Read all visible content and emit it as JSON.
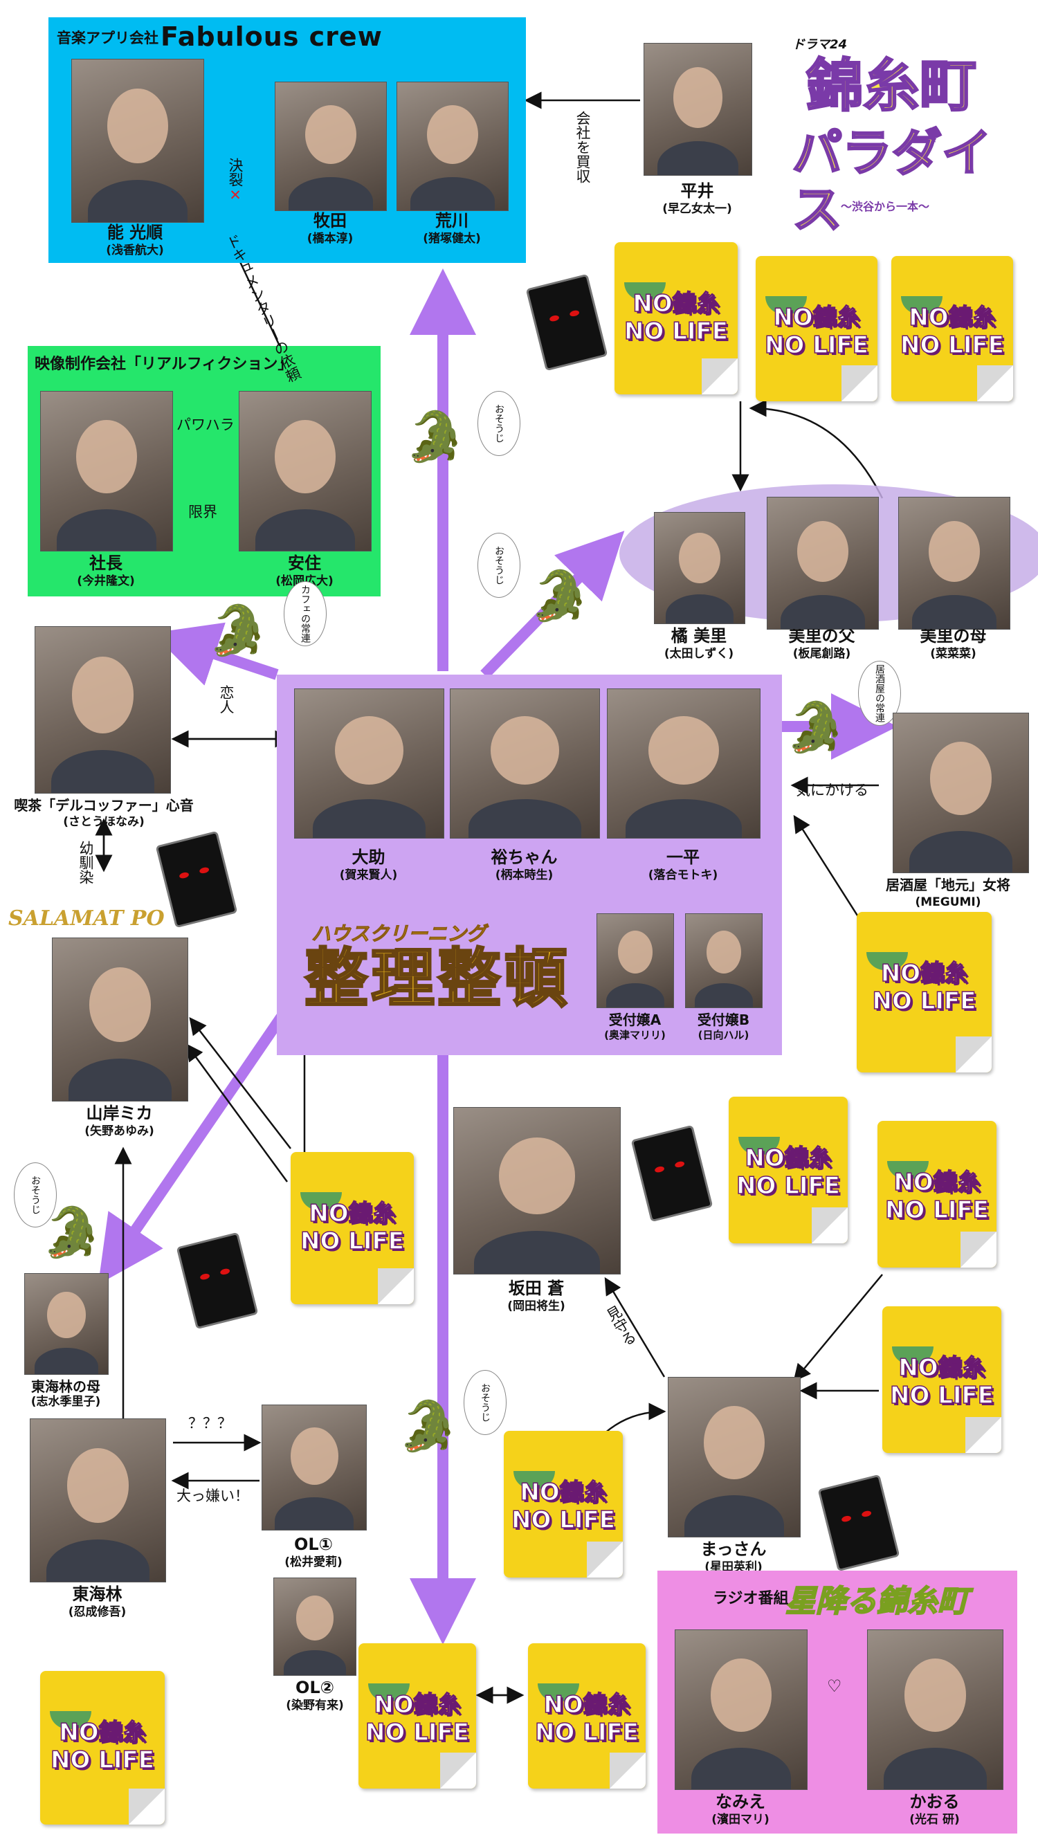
{
  "fabulous": {
    "company": "音楽アプリ会社",
    "name": "Fabulous crew"
  },
  "realfiction": {
    "label": "映像制作会社「リアルフィクション」"
  },
  "logo": {
    "top": "ドラマ24",
    "main1": "錦糸町",
    "main2": "パラダイス",
    "sub": "〜渋谷から一本〜"
  },
  "housecleaning": {
    "small": "ハウスクリーニング",
    "big": "整理整頓"
  },
  "radio": {
    "label": "ラジオ番組",
    "title": "星降る錦糸町"
  },
  "salamat": "SALAMAT PO",
  "sticker": {
    "line1": "NO錦糸",
    "line2": "NO LIFE"
  },
  "people": {
    "no": {
      "name": "能 光順",
      "actor": "(浅香航大)"
    },
    "makita": {
      "name": "牧田",
      "actor": "(橋本淳)"
    },
    "arakawa": {
      "name": "荒川",
      "actor": "(猪塚健太)"
    },
    "hirai": {
      "name": "平井",
      "actor": "(早乙女太一)"
    },
    "shacho": {
      "name": "社長",
      "actor": "(今井隆文)"
    },
    "yasuzumi": {
      "name": "安住",
      "actor": "(松岡広大)"
    },
    "misato": {
      "name": "橘 美里",
      "actor": "(太田しずく)"
    },
    "misato_father": {
      "name": "美里の父",
      "actor": "(板尾創路)"
    },
    "misato_mother": {
      "name": "美里の母",
      "actor": "(菜菜菜)"
    },
    "kokone": {
      "name": "喫茶「デルコッファー」心音",
      "actor": "(さとうほなみ)"
    },
    "daisuke": {
      "name": "大助",
      "actor": "(賀来賢人)"
    },
    "yuchan": {
      "name": "裕ちゃん",
      "actor": "(柄本時生)"
    },
    "ippei": {
      "name": "一平",
      "actor": "(落合モトキ)"
    },
    "okami": {
      "name": "居酒屋「地元」女将",
      "actor": "(MEGUMI)"
    },
    "mika": {
      "name": "山岸ミカ",
      "actor": "(矢野あゆみ)"
    },
    "uketsukeA": {
      "name": "受付嬢A",
      "actor": "(奥津マリリ)"
    },
    "uketsukeB": {
      "name": "受付嬢B",
      "actor": "(日向ハル)"
    },
    "sakata": {
      "name": "坂田 蒼",
      "actor": "(岡田将生)"
    },
    "tokairin_mother": {
      "name": "東海林の母",
      "actor": "(志水季里子)"
    },
    "tokairin": {
      "name": "東海林",
      "actor": "(忍成修吾)"
    },
    "ol1": {
      "name": "OL①",
      "actor": "(松井愛莉)"
    },
    "ol2": {
      "name": "OL②",
      "actor": "(染野有来)"
    },
    "massan": {
      "name": "まっさん",
      "actor": "(星田英利)"
    },
    "namie": {
      "name": "なみえ",
      "actor": "(濱田マリ)"
    },
    "kaoru": {
      "name": "かおる",
      "actor": "(光石 研)"
    }
  },
  "relations": {
    "kaisha_baishu": "会社を買収",
    "ketsuretsu": "決裂",
    "documentary": "ドキュメンタリーの依頼",
    "pawahara": "パワハラ",
    "genkai": "限界",
    "koibito": "恋人",
    "osananajimi": "幼馴染",
    "kinikakeru": "気にかける",
    "question": "？？？",
    "daikirai": "大っ嫌い！",
    "mimamoru": "見守る",
    "heart": "♡"
  },
  "bubbles": {
    "osouji": "おそうじ",
    "cafe": "カフェの常連",
    "izakaya": "居酒屋の常連"
  },
  "colors": {
    "fabulous": "#00bcf2",
    "realfiction": "#25e66b",
    "housecleaning": "#cda4f2",
    "family_oval": "#c7aee8",
    "radio": "#ee8ee4",
    "arrow_purple": "#b176ee",
    "sticker": "#f5d21a"
  }
}
